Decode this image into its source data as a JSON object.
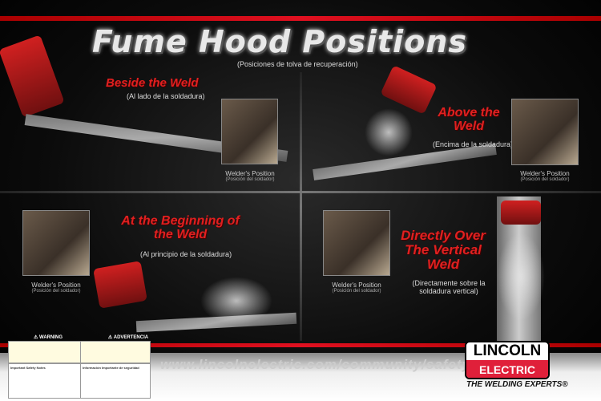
{
  "title": "Fume Hood Positions",
  "subtitle": "(Posiciones de tolva de recuperación)",
  "sections": [
    {
      "heading": "Beside the Weld",
      "heading_es": "(Al lado de la soldadura)",
      "position_label": "Welder's Position",
      "position_label_es": "(Posición del soldador)"
    },
    {
      "heading": "Above the Weld",
      "heading_es": "(Encima de la soldadura)",
      "position_label": "Welder's Position",
      "position_label_es": "(Posición del soldador)"
    },
    {
      "heading": "At the Beginning of the Weld",
      "heading_es": "(Al principio de la soldadura)",
      "position_label": "Welder's Position",
      "position_label_es": "(Posición del soldador)"
    },
    {
      "heading": "Directly Over The Vertical Weld",
      "heading_es": "(Directamente sobre la soldadura vertical)",
      "position_label": "Welder's Position",
      "position_label_es": "(Posición del soldador)"
    }
  ],
  "warning": {
    "title": "WARNING",
    "title_es": "ADVERTENCIA",
    "heading": "Important Safety Notes",
    "heading_es": "Información Importante de seguridad"
  },
  "footer": {
    "url": "www.lincolnelectric.com/community/safety",
    "logo_top": "LINCOLN",
    "logo_bottom": "ELECTRIC",
    "tagline": "THE WELDING EXPERTS®"
  },
  "colors": {
    "accent": "#e02020",
    "logo_red": "#e0203a"
  }
}
